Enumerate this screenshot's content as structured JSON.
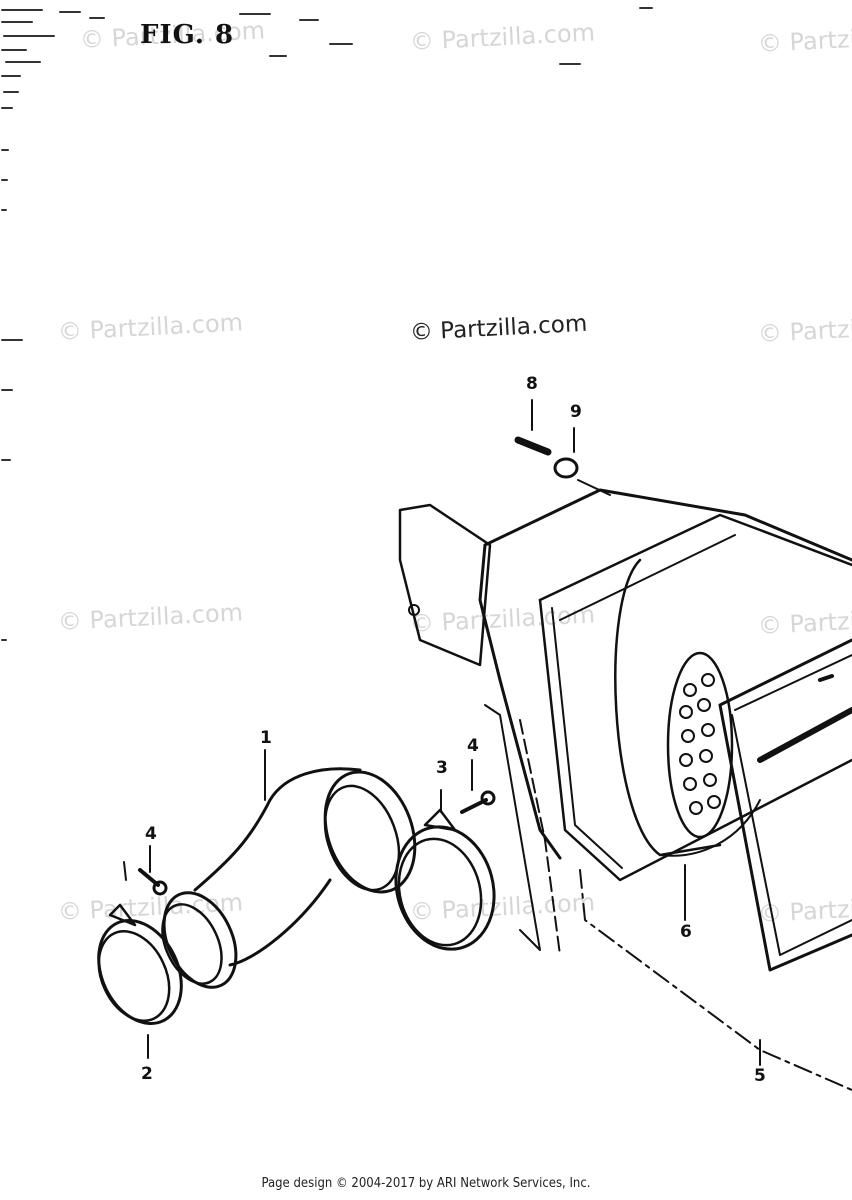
{
  "figure": {
    "title": "FIG. 8"
  },
  "watermark": {
    "text": "© Partzilla.com"
  },
  "parts": [
    {
      "ref": "1"
    },
    {
      "ref": "2"
    },
    {
      "ref": "3"
    },
    {
      "ref": "4"
    },
    {
      "ref": "4"
    },
    {
      "ref": "5"
    },
    {
      "ref": "6"
    },
    {
      "ref": "8"
    },
    {
      "ref": "9"
    }
  ],
  "footer": {
    "copyright": "Page design © 2004-2017 by ARI Network Services, Inc."
  }
}
